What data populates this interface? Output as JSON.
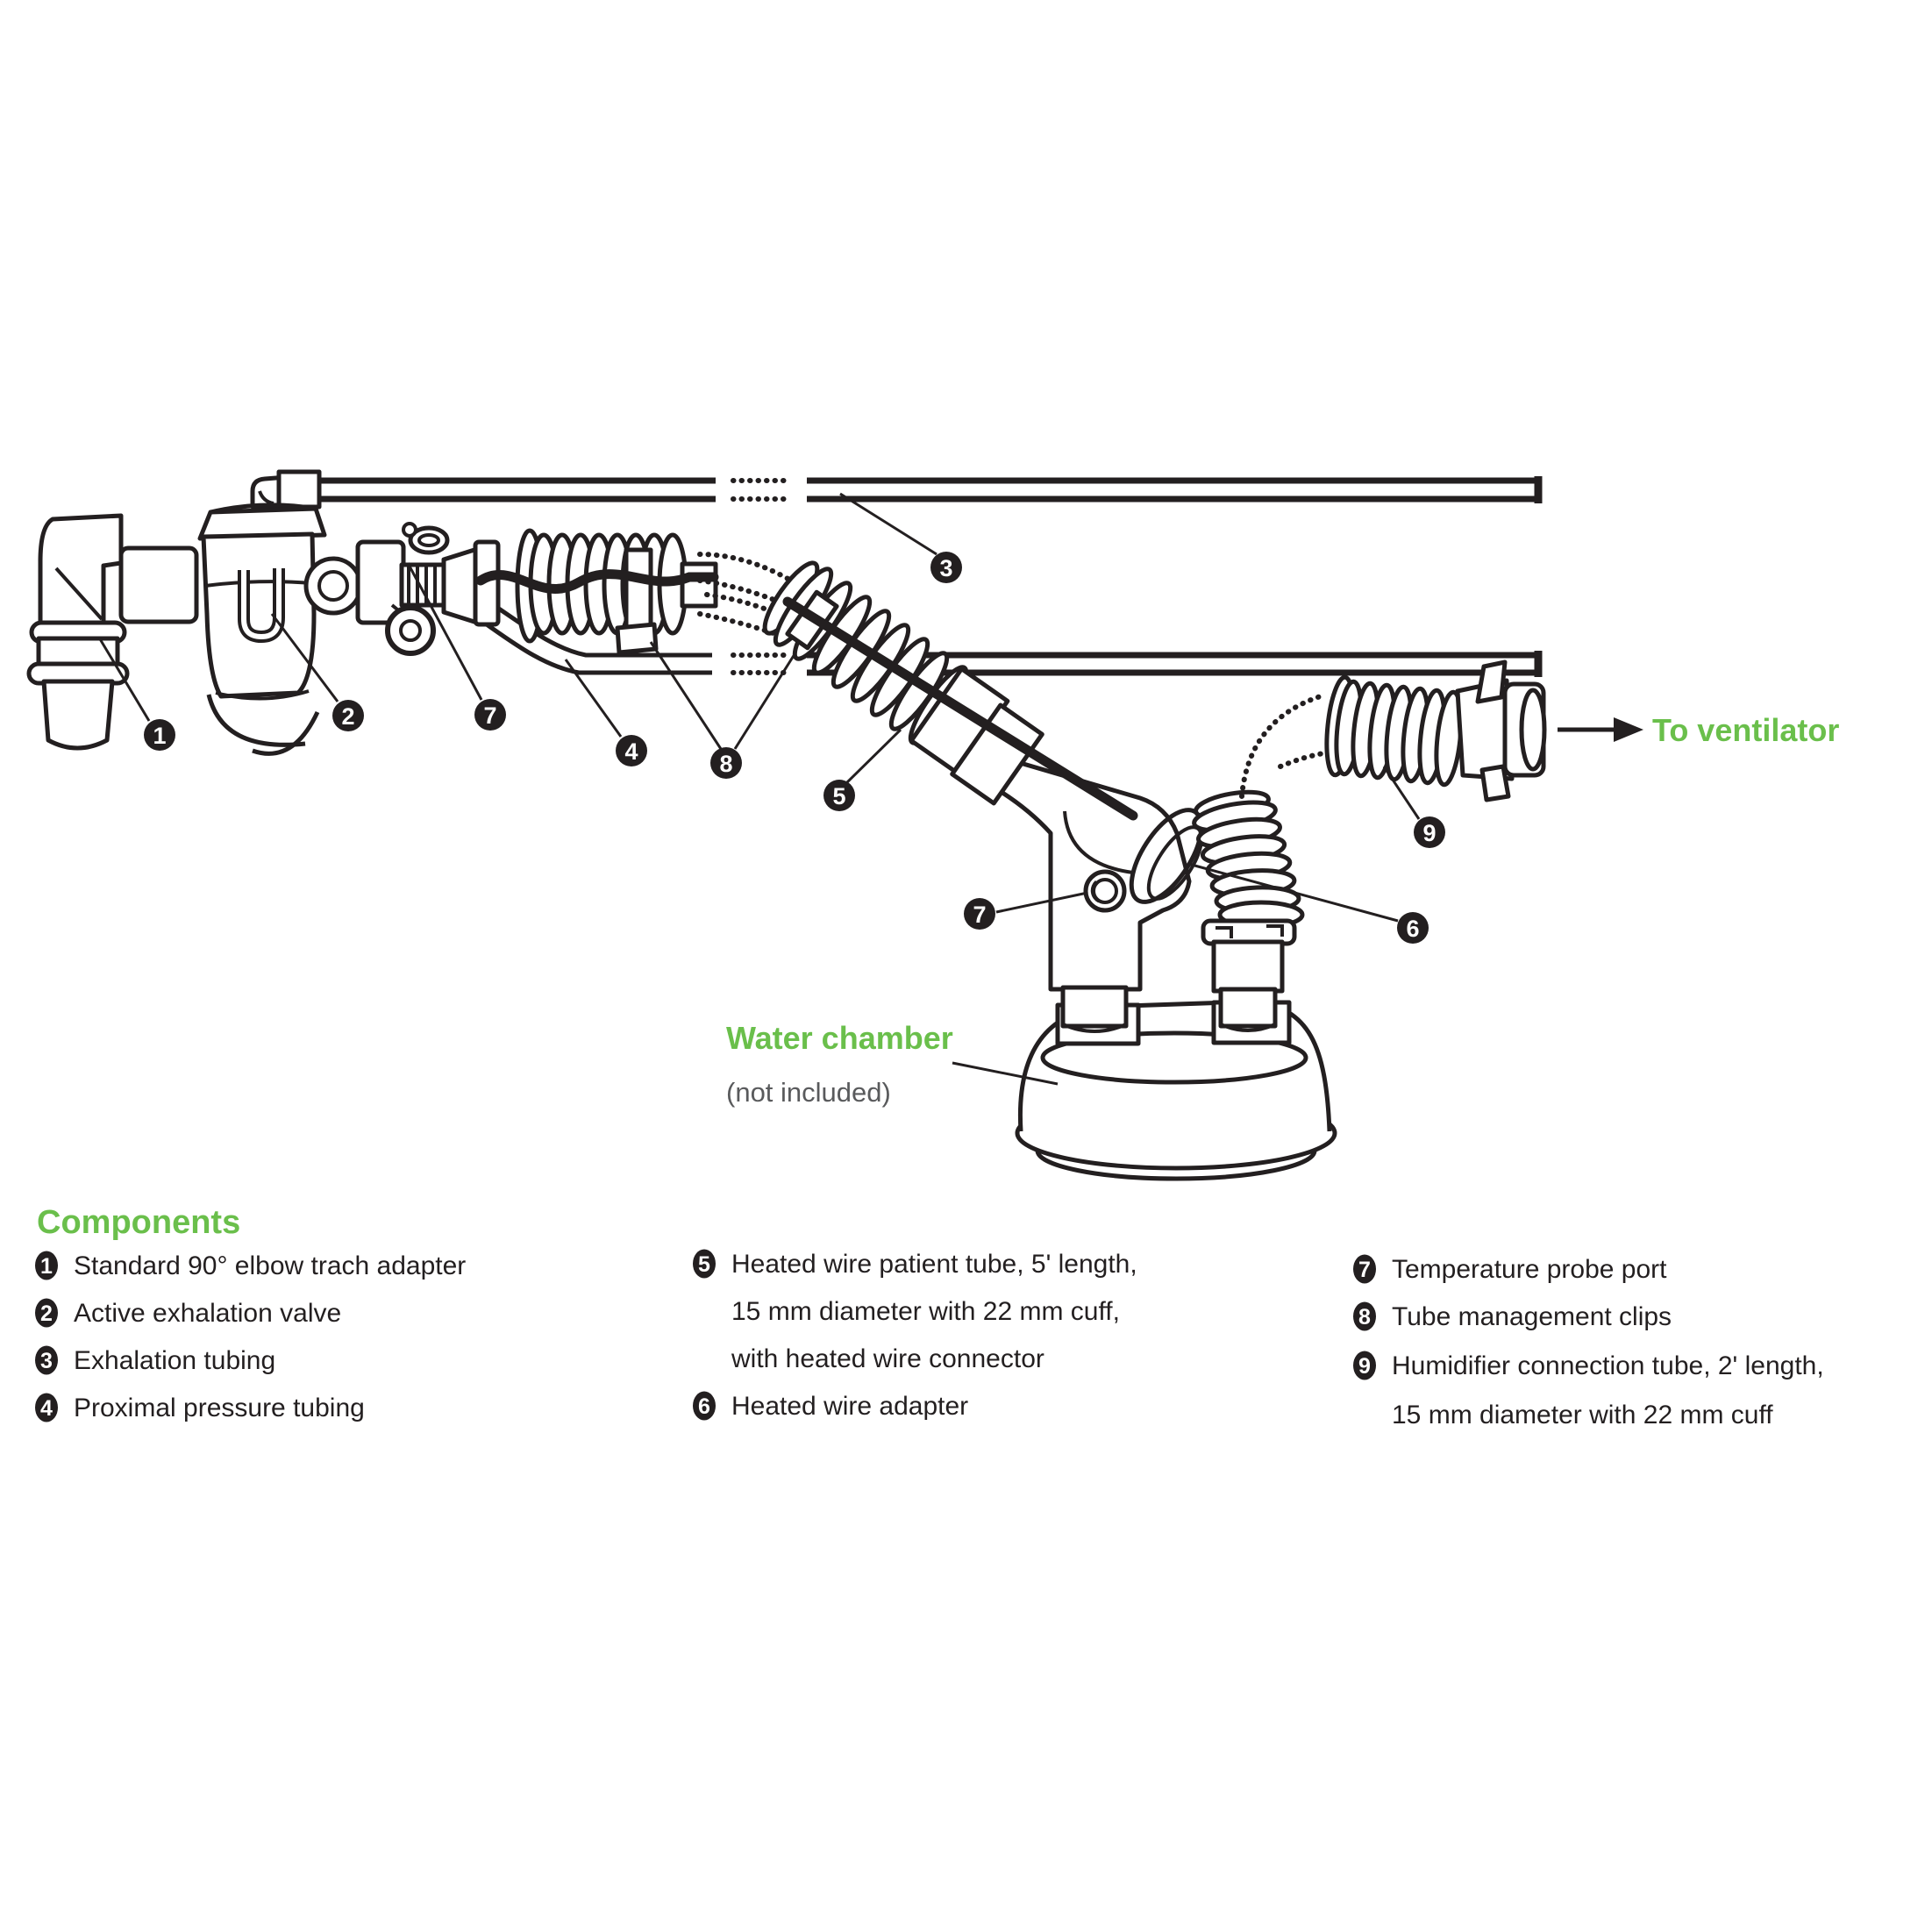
{
  "colors": {
    "green": "#6abf4b",
    "ink": "#231f20",
    "gray": "#595a5c",
    "background": "#ffffff"
  },
  "annotations": {
    "to_ventilator": "To ventilator",
    "water_chamber": "Water chamber",
    "not_included": "(not included)"
  },
  "markers": {
    "m1": "1",
    "m2": "2",
    "m3": "3",
    "m4": "4",
    "m5": "5",
    "m6": "6",
    "m7": "7",
    "m8": "8",
    "m9": "9"
  },
  "legend": {
    "heading": "Components",
    "col1": [
      {
        "num": "1",
        "text": "Standard 90° elbow trach adapter"
      },
      {
        "num": "2",
        "text": "Active exhalation valve"
      },
      {
        "num": "3",
        "text": "Exhalation tubing"
      },
      {
        "num": "4",
        "text": "Proximal pressure tubing"
      }
    ],
    "col2": [
      {
        "num": "5",
        "line1": "Heated wire patient tube, 5' length,",
        "line2": "15 mm diameter with 22 mm cuff,",
        "line3": "with heated wire connector"
      },
      {
        "num": "6",
        "text": "Heated wire adapter"
      }
    ],
    "col3": [
      {
        "num": "7",
        "text": "Temperature probe port"
      },
      {
        "num": "8",
        "text": "Tube management clips"
      },
      {
        "num": "9",
        "line1": "Humidifier connection tube, 2' length,",
        "line2": "15 mm diameter with 22 mm cuff"
      }
    ]
  }
}
